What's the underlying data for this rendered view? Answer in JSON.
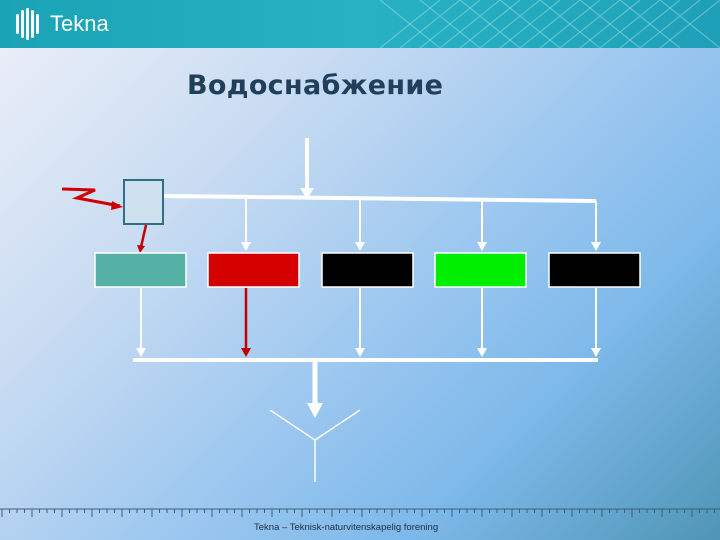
{
  "header": {
    "logo_text": "Tekna",
    "logo_icon": "tekna-stripes-logo"
  },
  "slide": {
    "title": "Водоснабжение"
  },
  "diagram": {
    "boxes": [
      {
        "id": "box-1",
        "color": "#55b0a6"
      },
      {
        "id": "box-2",
        "color": "#d40000"
      },
      {
        "id": "box-3",
        "color": "#000000"
      },
      {
        "id": "box-4",
        "color": "#00ee00"
      },
      {
        "id": "box-5",
        "color": "#000000"
      }
    ],
    "colors": {
      "line": "#ffffff",
      "red_line": "#c00000",
      "treatment_box_border": "#2f6f84"
    }
  },
  "footer": {
    "text": "Tekna – Teknisk-naturvitenskapelig forening"
  }
}
